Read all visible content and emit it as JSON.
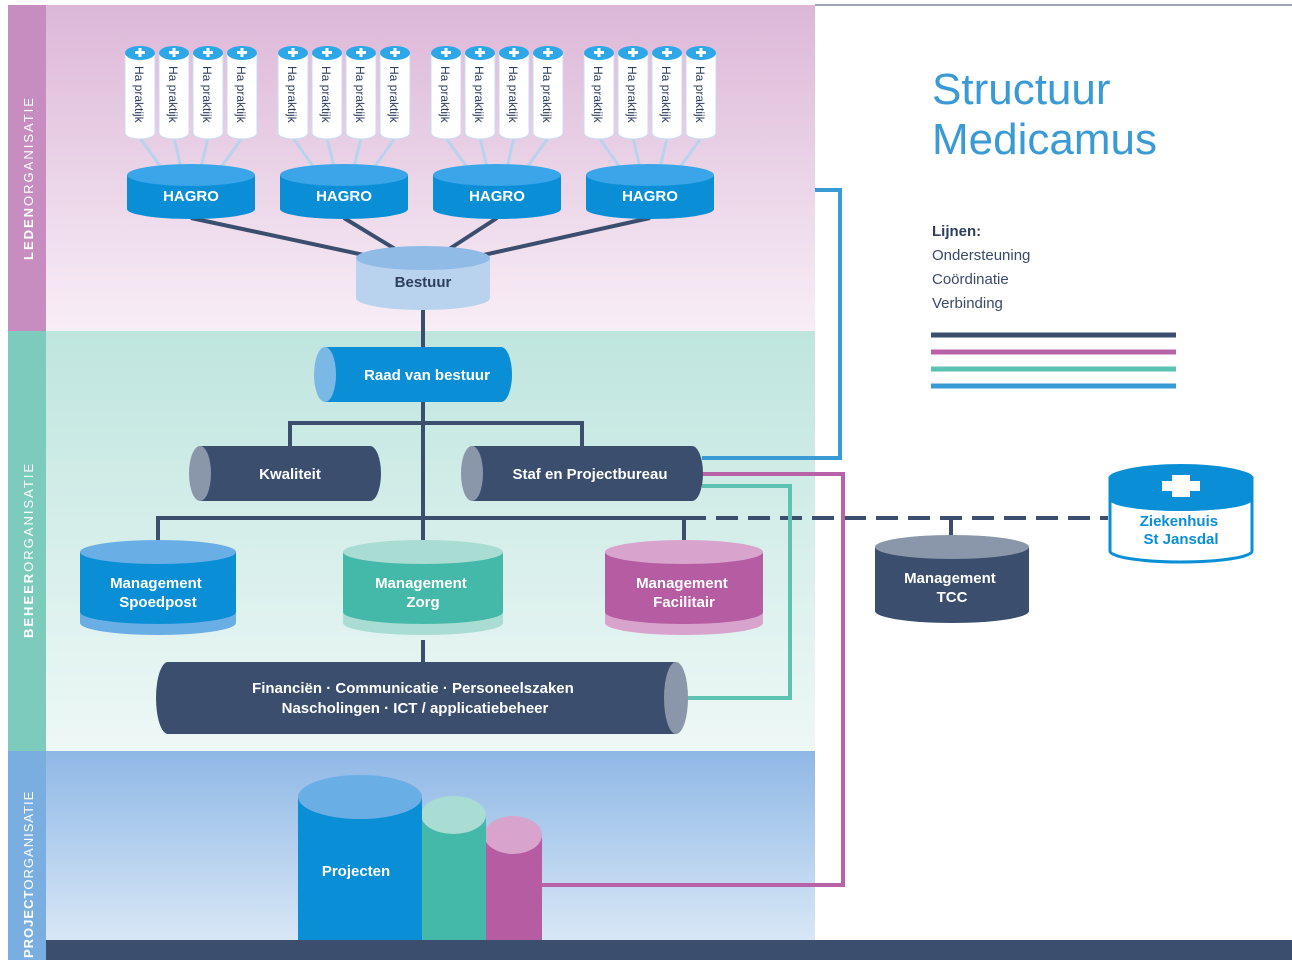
{
  "title": {
    "line1": "Structuur",
    "line2": "Medicamus"
  },
  "legend": {
    "heading": "Lijnen:",
    "items": [
      "Ondersteuning",
      "Coördinatie",
      "Verbinding"
    ],
    "line_colors": [
      "#3b4e6e",
      "#b863a7",
      "#5cc2b2",
      "#3a9ad6"
    ]
  },
  "bands": [
    {
      "bold": "LEDEN",
      "rest": "ORGANISATIE",
      "fill": "#f0dded",
      "tab": "#c78dc0"
    },
    {
      "bold": "BEHEER",
      "rest": "ORGANISATIE",
      "fill": "#d7efea",
      "tab": "#7ccbbd"
    },
    {
      "bold": "PROJECT",
      "rest": "ORGANISATIE",
      "fill": "#a9c9ec",
      "tab": "#7aaee0"
    }
  ],
  "nodes": {
    "praktijk_label": "Ha praktijk",
    "hagro": [
      "HAGRO",
      "HAGRO",
      "HAGRO",
      "HAGRO"
    ],
    "bestuur": "Bestuur",
    "raad": "Raad van bestuur",
    "kwaliteit": "Kwaliteit",
    "staf": "Staf en Projectbureau",
    "mgmt_spoedpost": [
      "Management",
      "Spoedpost"
    ],
    "mgmt_zorg": [
      "Management",
      "Zorg"
    ],
    "mgmt_facilitair": [
      "Management",
      "Facilitair"
    ],
    "mgmt_tcc": [
      "Management",
      "TCC"
    ],
    "ziekenhuis": [
      "Ziekenhuis",
      "St Jansdal"
    ],
    "support": [
      "Financiën · Communicatie · Personeelszaken",
      "Nascholingen · ICT / applicatiebeheer"
    ],
    "projecten": "Projecten"
  },
  "colors": {
    "blue": "#0a8fd6",
    "navy": "#3b4e6e",
    "teal": "#45b9a9",
    "magenta": "#b55ca3",
    "light_blue": "#b9d3ee"
  }
}
